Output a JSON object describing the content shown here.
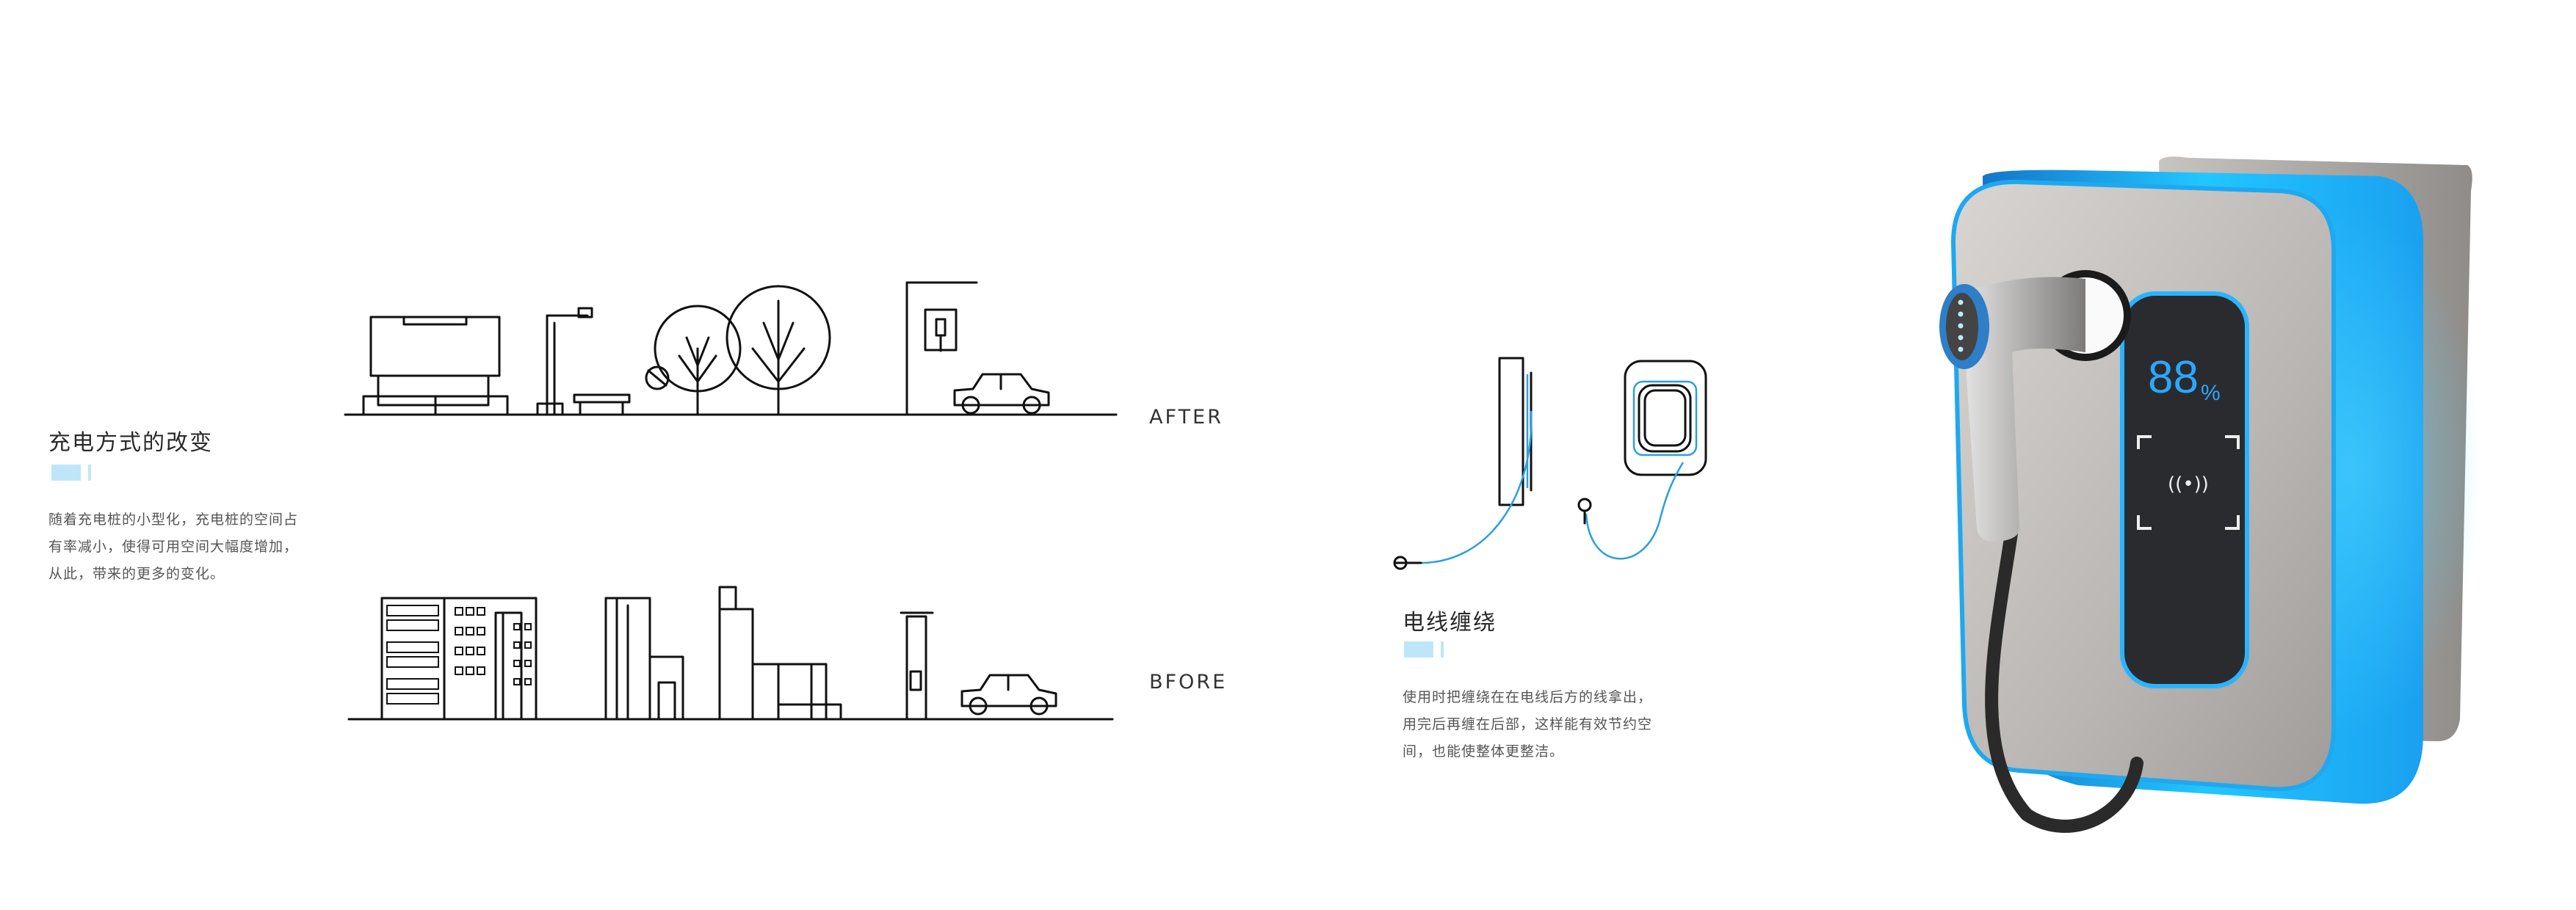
{
  "left": {
    "title": "充电方式的改变",
    "desc_lines": [
      "随着充电桩的小型化，充电桩的空间占",
      "有率减小，使得可用空间大幅度增加，",
      "从此，带来的更多的变化。"
    ]
  },
  "labels": {
    "after": "AFTER",
    "before": "BFORE"
  },
  "middle": {
    "title": "电线缠绕",
    "desc_lines": [
      "使用时把缠绕在在电线后方的线拿出，",
      "用完后再缠在后部，这样能有效节约空",
      "间，也能使整体更整洁。"
    ]
  },
  "device": {
    "battery_percent": "88",
    "percent_sign": "%",
    "nfc_symbol": "((•))"
  },
  "colors": {
    "accent": "#bfe6f8",
    "line_blue": "#2a9fe0",
    "device_blue": "#1fa8f0",
    "device_body": "#b7b4b2",
    "screen": "#2e2f33"
  }
}
